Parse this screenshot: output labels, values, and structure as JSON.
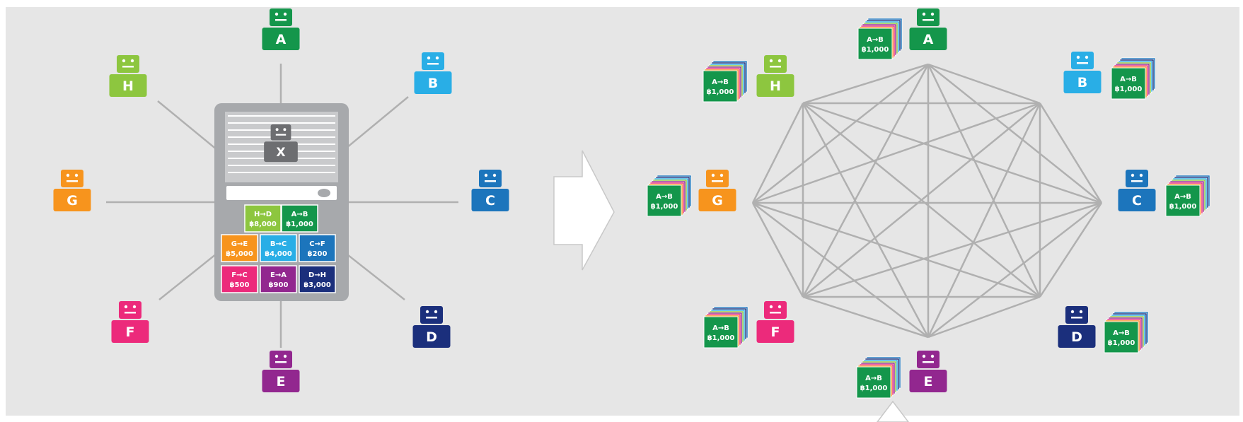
{
  "colors": {
    "background": "#e6e6e6",
    "line": "#b0b0b0",
    "A": "#14964b",
    "B": "#29aee6",
    "C": "#1c75bc",
    "D": "#1b2f7c",
    "E": "#92278f",
    "F": "#ec2a7b",
    "G": "#f7941d",
    "H": "#8dc63f",
    "X": "#6d6e71"
  },
  "left": {
    "server": {
      "label": "X"
    },
    "participants": [
      "A",
      "B",
      "C",
      "D",
      "E",
      "F",
      "G",
      "H"
    ],
    "ledger": [
      {
        "text": "H→D",
        "amount": "฿8,000",
        "color": "H"
      },
      {
        "text": "A→B",
        "amount": "฿1,000",
        "color": "A"
      },
      {
        "text": "G→E",
        "amount": "฿5,000",
        "color": "G"
      },
      {
        "text": "B→C",
        "amount": "฿4,000",
        "color": "B"
      },
      {
        "text": "C→F",
        "amount": "฿200",
        "color": "C"
      },
      {
        "text": "F→C",
        "amount": "฿500",
        "color": "F"
      },
      {
        "text": "E→A",
        "amount": "฿900",
        "color": "E"
      },
      {
        "text": "D→H",
        "amount": "฿3,000",
        "color": "D"
      }
    ]
  },
  "right": {
    "participants": [
      "A",
      "B",
      "C",
      "D",
      "E",
      "F",
      "G",
      "H"
    ],
    "ledger_copy": {
      "text": "A→B",
      "amount": "฿1,000"
    }
  }
}
